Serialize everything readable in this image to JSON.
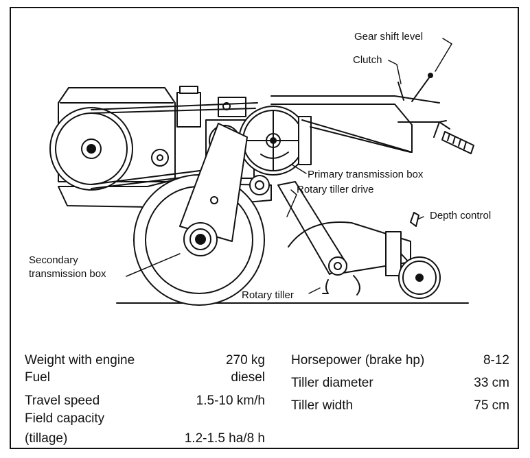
{
  "labels": {
    "gear_shift": "Gear shift level",
    "clutch": "Clutch",
    "primary_box": "Primary transmission box",
    "tiller_drive": "Rotary tiller drive",
    "depth_control": "Depth control",
    "secondary_box_1": "Secondary",
    "secondary_box_2": "transmission box",
    "rotary_tiller": "Rotary tiller"
  },
  "specs_left": [
    {
      "key": "Weight with engine",
      "value": "270 kg"
    },
    {
      "key": "Fuel",
      "value": "diesel"
    },
    {
      "key": "Travel speed",
      "value": "1.5-10 km/h"
    },
    {
      "key": "Field capacity",
      "value": ""
    },
    {
      "key": "(tillage)",
      "value": "1.2-1.5 ha/8 h"
    }
  ],
  "specs_right": [
    {
      "key": "Horsepower (brake hp)",
      "value": "8-12"
    },
    {
      "key": "Tiller diameter",
      "value": "33 cm"
    },
    {
      "key": "Tiller width",
      "value": "75 cm"
    }
  ]
}
